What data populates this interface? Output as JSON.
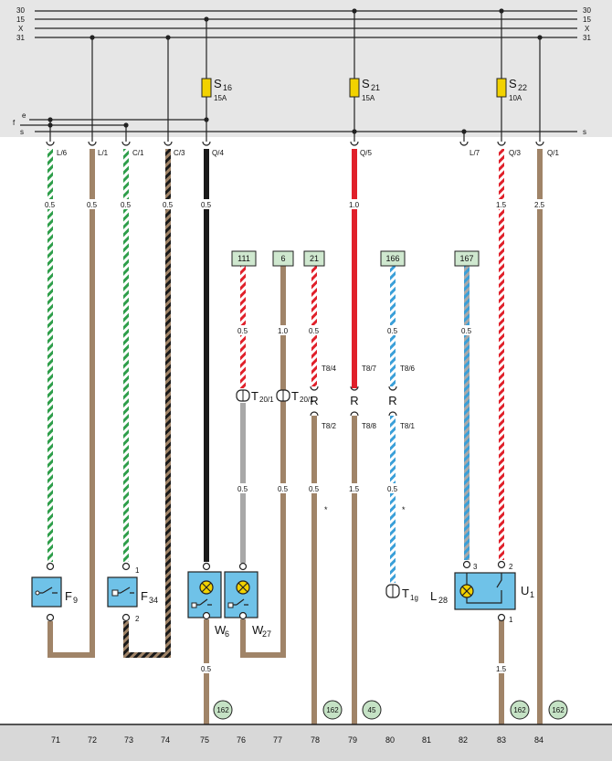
{
  "busbars": [
    {
      "id": "30",
      "left": "30",
      "right": "30"
    },
    {
      "id": "15",
      "left": "15",
      "right": "15"
    },
    {
      "id": "X",
      "left": "X",
      "right": "X"
    },
    {
      "id": "31",
      "left": "31",
      "right": "31"
    }
  ],
  "aux_lines": {
    "e": "e",
    "f": "f",
    "s": "s",
    "s_right": "s"
  },
  "fuses": [
    {
      "name": "S",
      "sub": "16",
      "rating": "15A"
    },
    {
      "name": "S",
      "sub": "21",
      "rating": "15A"
    },
    {
      "name": "S",
      "sub": "22",
      "rating": "10A"
    }
  ],
  "connector_labels": [
    "L/6",
    "L/1",
    "C/1",
    "C/3",
    "Q/4",
    "Q/5",
    "L/7",
    "Q/3",
    "Q/1"
  ],
  "wire_sizes": {
    "w71a": "0.5",
    "w72a": "0.5",
    "w73a": "0.5",
    "w74a": "0.5",
    "w75a": "0.5",
    "w79a": "1.0",
    "w83a": "1.5",
    "w84a": "2.5",
    "w76b": "0.5",
    "w77b": "1.0",
    "w78b": "0.5",
    "w80b": "0.5",
    "w82b": "0.5",
    "w76c": "0.5",
    "w77c": "0.5",
    "w78c": "0.5",
    "w79c": "1.5",
    "w80c": "0.5",
    "w75d": "0.5",
    "w83d": "1.5"
  },
  "ref_boxes": [
    "111",
    "6",
    "21",
    "166",
    "167"
  ],
  "pins": {
    "t84": "T8/4",
    "t87": "T8/7",
    "t86": "T8/6",
    "t82": "T8/2",
    "t88": "T8/8",
    "t81": "T8/1"
  },
  "relays": [
    "R",
    "R",
    "R"
  ],
  "t20_labels": [
    "T",
    "20/1",
    "T",
    "20/1"
  ],
  "t1g": {
    "name": "T",
    "sub": "1g"
  },
  "asterisks": [
    "*",
    "*"
  ],
  "components": {
    "f9": {
      "name": "F",
      "sub": "9"
    },
    "f34": {
      "name": "F",
      "sub": "34",
      "pin1": "1",
      "pin2": "2"
    },
    "w6": {
      "name": "W",
      "sub": "6"
    },
    "w27": {
      "name": "W",
      "sub": "27"
    },
    "l28": {
      "name": "L",
      "sub": "28",
      "pin3": "3",
      "pin2": "2",
      "pin1": "1"
    },
    "u1": {
      "name": "U",
      "sub": "1"
    }
  },
  "ground_refs": [
    "162",
    "162",
    "45",
    "162",
    "162"
  ],
  "columns": [
    "71",
    "72",
    "73",
    "74",
    "75",
    "76",
    "77",
    "78",
    "79",
    "80",
    "81",
    "82",
    "83",
    "84"
  ],
  "colors": {
    "brown": "#a08468",
    "green": "#2e9e4a",
    "red": "#e0202a",
    "blue": "#3a9fd8",
    "black": "#1a1a1a",
    "grey": "#a8a8a8",
    "bg_top": "#e6e6e6",
    "bg_bottom": "#d8d8d8",
    "component": "#6fc2e8",
    "refbox": "#cfe8cf",
    "ground": "#c5e2c5"
  }
}
